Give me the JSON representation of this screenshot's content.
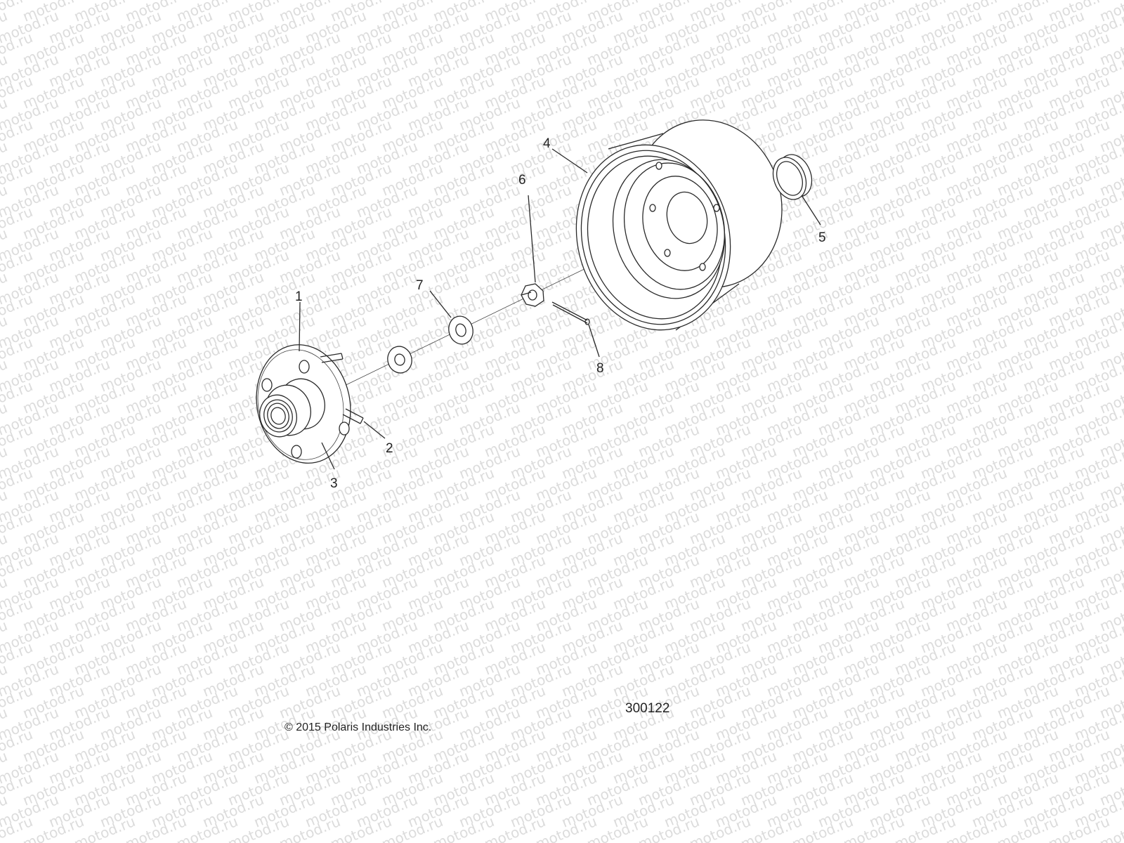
{
  "watermark": {
    "text": "motod.ru"
  },
  "callouts": [
    {
      "id": "1",
      "label": "1"
    },
    {
      "id": "2",
      "label": "2"
    },
    {
      "id": "3",
      "label": "3"
    },
    {
      "id": "4",
      "label": "4"
    },
    {
      "id": "5",
      "label": "5"
    },
    {
      "id": "6",
      "label": "6"
    },
    {
      "id": "7",
      "label": "7"
    },
    {
      "id": "8",
      "label": "8"
    }
  ],
  "drawing_number": "300122",
  "copyright": "© 2015 Polaris Industries Inc."
}
